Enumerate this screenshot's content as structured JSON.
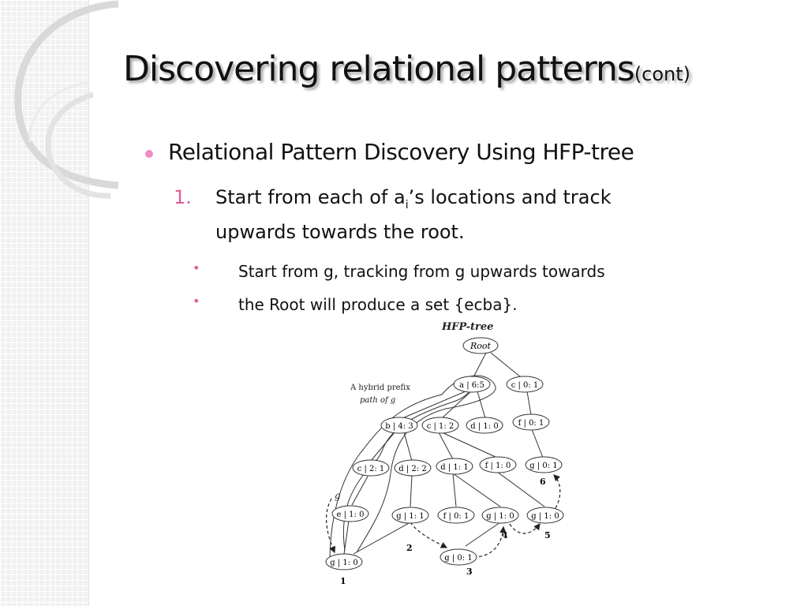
{
  "slide": {
    "title": "Discovering relational patterns",
    "title_suffix": "(cont)",
    "bullet": "Relational Pattern Discovery Using HFP-tree",
    "numbered_item": {
      "number": "1.",
      "line1_pre": "Start from each of a",
      "line1_sub": "i",
      "line1_post": "’s locations and track",
      "line2": "upwards towards the root."
    },
    "sub_bullets": [
      "Start from g, tracking from  g upwards towards",
      "the  Root will produce a set {ecba}."
    ]
  },
  "figure": {
    "caption": "HFP-tree",
    "annotation_line1": "A hybrid prefix",
    "annotation_line2": "path of g",
    "side_label": "g",
    "nodes": {
      "root": "Root",
      "a": "a | 6:5",
      "c0": "c | 0: 1",
      "b": "b | 4: 3",
      "c12": "c | 1: 2",
      "d10": "d | 1: 0",
      "f01": "f | 0: 1",
      "c21": "c | 2: 1",
      "d22": "d | 2: 2",
      "d11": "d | 1: 1",
      "f10": "f | 1: 0",
      "g01a": "g | 0: 1",
      "e10": "e | 1: 0",
      "g11": "g | 1: 1",
      "f01b": "f | 0: 1",
      "g10a": "g | 1: 0",
      "g10b": "g | 1: 0",
      "g10c": "g | 1: 0",
      "g01b": "g | 0: 1"
    },
    "step_labels": [
      "1",
      "2",
      "3",
      "4",
      "5",
      "6"
    ]
  }
}
